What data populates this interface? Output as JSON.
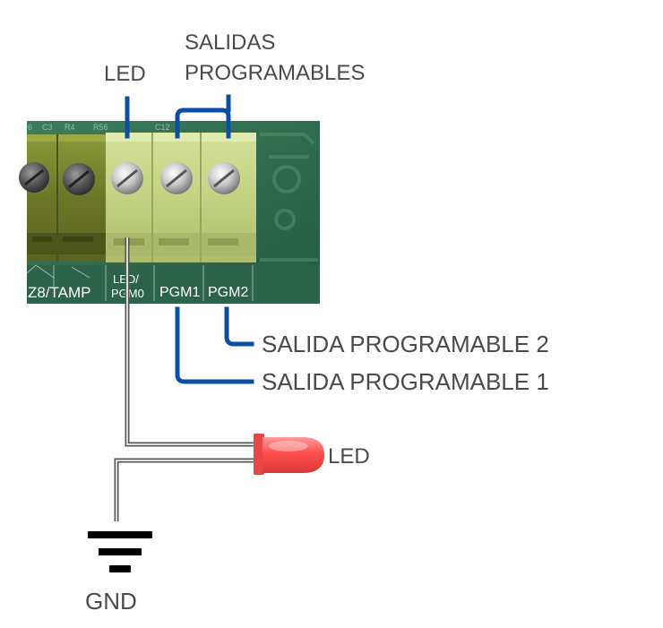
{
  "labels": {
    "led_top": "LED",
    "salidas_line1": "SALIDAS",
    "salidas_line2": "PROGRAMABLES",
    "salida2": "SALIDA PROGRAMABLE 2",
    "salida1": "SALIDA PROGRAMABLE 1",
    "led_component": "LED",
    "gnd": "GND"
  },
  "board": {
    "silk_z8": "Z8/TAMP",
    "silk_led_line1": "LED/",
    "silk_led_line2": "PGM0",
    "silk_pgm1": "PGM1",
    "silk_pgm2": "PGM2",
    "ref_c3": "C3",
    "ref_r4": "R4",
    "ref_r56": "R56",
    "ref_c12": "C12",
    "ref_cut": "6"
  },
  "colors": {
    "wire_blue": "#0a4fa3",
    "pcb_green": "#2f6a4f",
    "terminal_green": "#c7d68a",
    "terminal_dark": "#6f7a2c",
    "led_red": "#ff5a5a",
    "text_gray": "#4a4a4a"
  }
}
